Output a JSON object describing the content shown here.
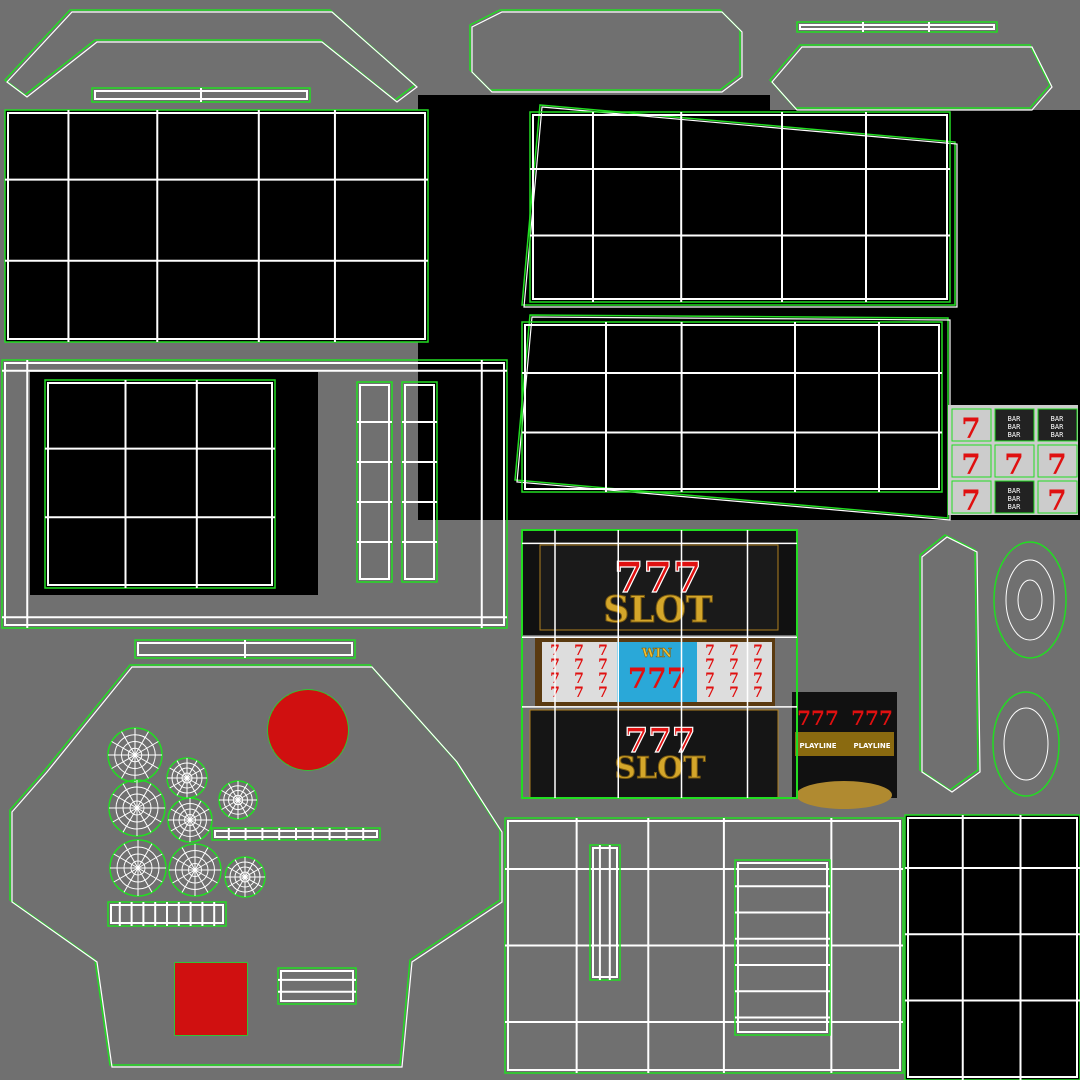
{
  "texture": {
    "background_color": "#707070",
    "wire_color": "#ffffff",
    "seam_color": "#22dd22",
    "island_fill": "#000000",
    "accent_red": "#e01010",
    "accent_gold": "#d4a62a"
  },
  "labels": {
    "sevens": "777",
    "slot": "SLOT",
    "win": "WIN",
    "bar": "BAR",
    "seven": "7",
    "playline": "PLAYLINE"
  }
}
